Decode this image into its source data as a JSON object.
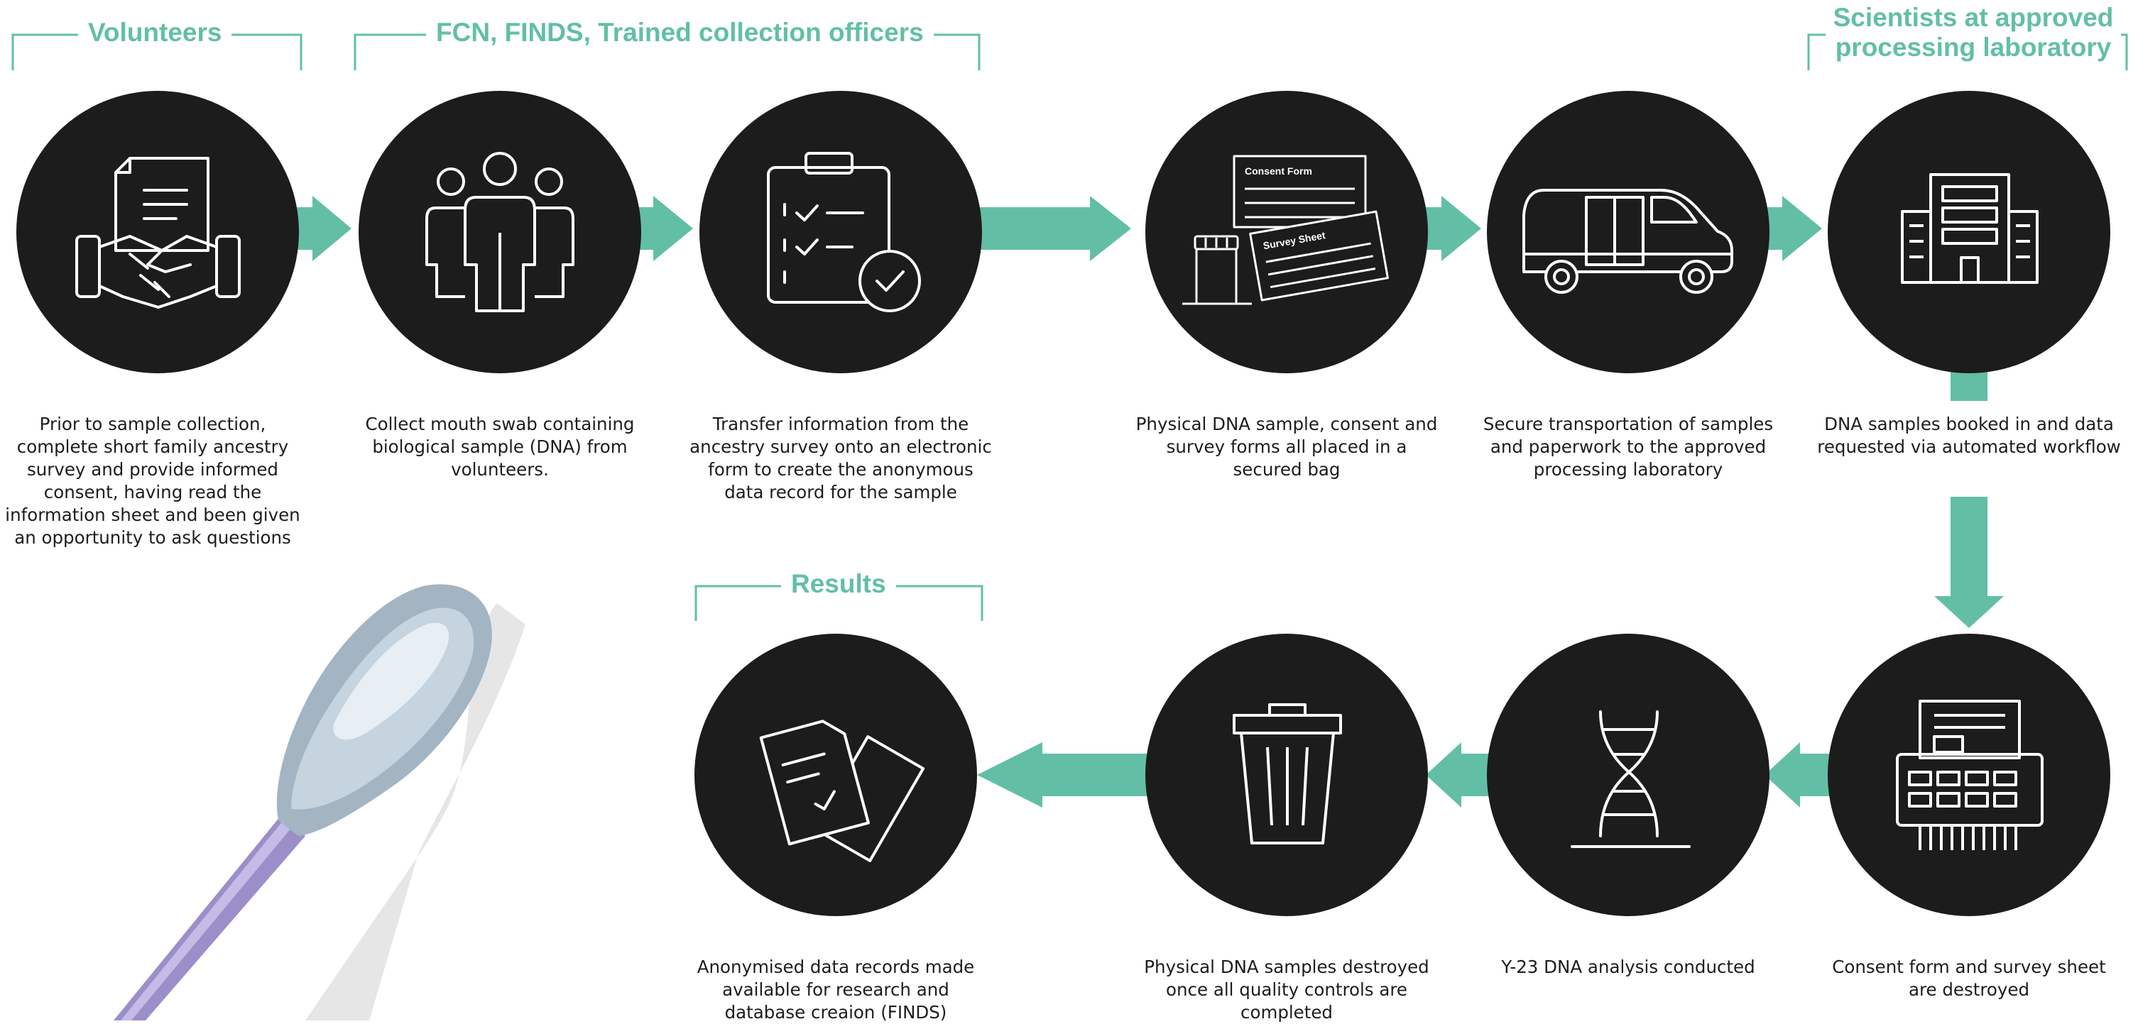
{
  "colors": {
    "accent": "#62bfa6",
    "circle": "#1c1c1c",
    "text": "#1d1d1d"
  },
  "groups": {
    "volunteers": "Volunteers",
    "collectors": "FCN, FINDS, Trained collection officers",
    "scientists_line1": "Scientists at approved",
    "scientists_line2": "processing laboratory",
    "results": "Results"
  },
  "steps": [
    {
      "icon": "handshake-document-icon",
      "caption": "Prior to sample collection, complete short family ancestry survey and provide informed consent, having read the information sheet and been given an opportunity to ask questions"
    },
    {
      "icon": "people-group-icon",
      "caption": "Collect mouth swab containing biological sample (DNA) from volunteers."
    },
    {
      "icon": "clipboard-checklist-icon",
      "caption": "Transfer information from the ancestry survey onto an electronic form to create the anonymous data record for the sample"
    },
    {
      "icon": "forms-and-jar-icon",
      "caption": "Physical DNA sample, consent and survey forms all placed in a secured bag"
    },
    {
      "icon": "van-icon",
      "caption": "Secure transportation of samples and paperwork to the approved processing laboratory"
    },
    {
      "icon": "laboratory-building-icon",
      "caption": "DNA samples booked in and data requested via automated workflow"
    },
    {
      "icon": "shredder-icon",
      "caption": "Consent form and survey sheet are destroyed"
    },
    {
      "icon": "dna-icon",
      "caption": "Y-23 DNA analysis conducted"
    },
    {
      "icon": "trash-bin-icon",
      "caption": "Physical DNA samples destroyed once all quality controls are completed"
    },
    {
      "icon": "documents-icon",
      "caption": "Anonymised data records made available for research and database creaion (FINDS)"
    }
  ],
  "icon_text": {
    "consent_form": "Consent Form",
    "survey_sheet": "Survey Sheet"
  },
  "decor": {
    "swab": "mouth-swab-illustration"
  }
}
